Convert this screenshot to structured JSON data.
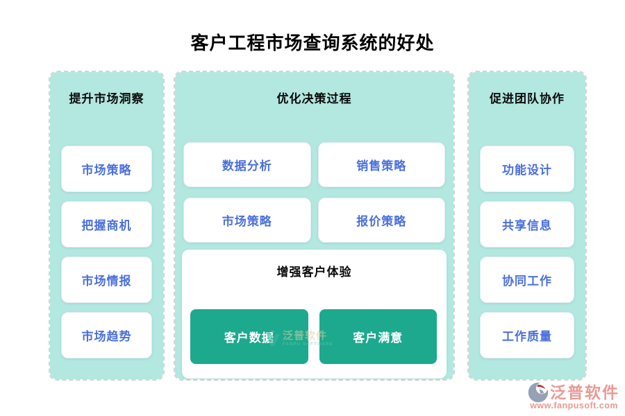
{
  "page": {
    "title": "客户工程市场查询系统的好处"
  },
  "colors": {
    "panel_bg": "#b2e8e0",
    "panel_border": "#d4d4d4",
    "card_text": "#4a6fdb",
    "button_bg": "#1ca98e",
    "wm_pink": "#e89a94",
    "wm_teal": "#3fb9a2"
  },
  "sections": [
    {
      "title": "提升市场洞察",
      "items": [
        "市场策略",
        "把握商机",
        "市场情报",
        "市场趋势"
      ]
    },
    {
      "title": "优化决策过程",
      "items": [
        "数据分析",
        "销售策略",
        "市场策略",
        "报价策略"
      ],
      "subsection": {
        "title": "增强客户体验",
        "items": [
          "客户数据",
          "客户满意"
        ]
      }
    },
    {
      "title": "促进团队协作",
      "items": [
        "功能设计",
        "共享信息",
        "协同工作",
        "工作质量"
      ]
    }
  ],
  "watermark_center": {
    "brand": "泛普软件",
    "sub": "FANPU SOFTWARE"
  },
  "watermark_footer": {
    "brand": "泛普软件",
    "url": "www.fanpusoft.com"
  }
}
